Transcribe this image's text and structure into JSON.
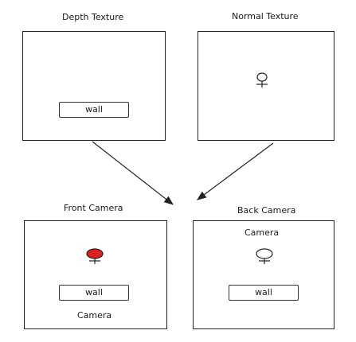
{
  "panels": {
    "depth": {
      "title": "Depth Texture",
      "wall_label": "wall"
    },
    "normal": {
      "title": "Normal Texture"
    },
    "front": {
      "title": "Front Camera",
      "wall_label": "wall",
      "caption": "Camera",
      "marker_color": "#e02020"
    },
    "back": {
      "title": "Back Camera",
      "top_caption": "Camera",
      "wall_label": "wall"
    }
  },
  "colors": {
    "stroke": "#222222",
    "highlight": "#e02020"
  },
  "icons": [
    "camera-marker-icon",
    "arrow-icon"
  ]
}
